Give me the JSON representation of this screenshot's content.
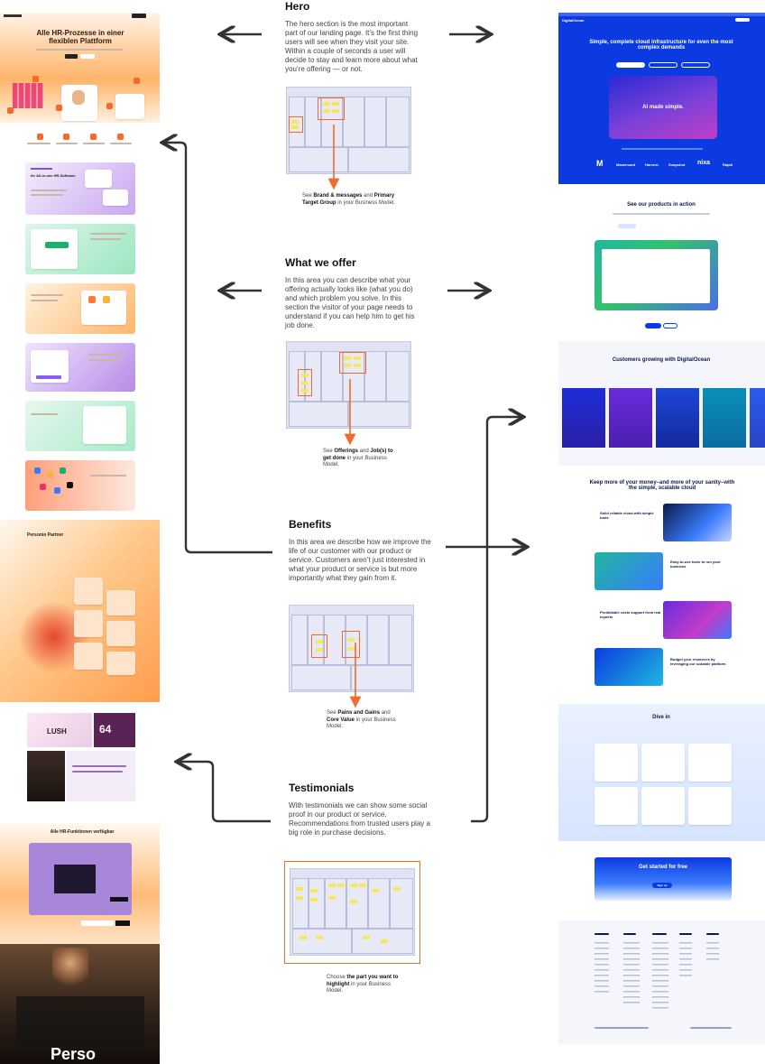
{
  "sections": {
    "hero": {
      "title": "Hero",
      "body": "The hero section is the most important part of our landing page. It’s the first thing users will see when they visit your site. Within a couple of seconds a user will decide to stay and learn more about what you’re offering — or not.",
      "caption_pre": "See ",
      "caption_b1": "Brand & messages",
      "caption_mid": " and ",
      "caption_b2": "Primary Target Group",
      "caption_post": " in your Business Model."
    },
    "offer": {
      "title": "What we offer",
      "body": "In this area you can describe what your offering actually looks like (what you do) and which problem you solve. In this section the visitor of your page needs to understand if you can help him to get his job done.",
      "caption_pre": "See ",
      "caption_b1": "Offerings",
      "caption_mid": " and ",
      "caption_b2": "Job(s) to get done",
      "caption_post": " in your Business Model."
    },
    "benefits": {
      "title": "Benefits",
      "body": "In this area we describe how we improve the life of our customer with our product or service. Customers aren’t just interested in what your product or service is but more importantly what they gain from it.",
      "caption_pre": "See ",
      "caption_b1": "Pains and Gains",
      "caption_mid": " and ",
      "caption_b2": "Core Value",
      "caption_post": " in your Business Model."
    },
    "testimonials": {
      "title": "Testimonials",
      "body": "With testimonials we can show some social proof in our product or service. Recommendations from trusted users play a big role in purchase decisions.",
      "caption_pre": "Choose ",
      "caption_b1": "the part you want to highlight",
      "caption_mid": " in your Business Model.",
      "caption_b2": "",
      "caption_post": ""
    }
  },
  "left_page": {
    "hero_title": "Alle HR-Prozesse in einer flexiblen Plattform",
    "feature_title": "Ihr All-in-one HR-Software",
    "orange_title": "Alle HR-Funktionen im Überblick",
    "mid_title": "Personio Partner",
    "customer_title": "LUSH",
    "customer_number": "64",
    "cta_title": "Alle HR-Funktionen verfügbar",
    "footer_word": "Perso"
  },
  "right_page": {
    "logo": "DigitalOcean",
    "hero_title": "Simple, complete cloud infrastructure for even the most complex demands",
    "hero_card_text": "AI made simple.",
    "logos": [
      "M",
      "Mastercard",
      "Harvest",
      "Snapshot",
      "nixa",
      "Rapid"
    ],
    "products_title": "See our products in action",
    "customers_title": "Customers growing with DigitalOcean",
    "value_title": "Keep more of your money–and more of your sanity–with the simple, scalable cloud",
    "value_items": [
      "Solid reliable cloud with simple tools",
      "Easy-to-use tools to run your business",
      "Predictable costs support from real experts",
      "Budget your resources by leveraging our scalable platform"
    ],
    "dive_title": "Dive in",
    "start_title": "Get started for free",
    "start_button": "Sign up"
  },
  "colors": {
    "accent": "#f26b2a",
    "do_blue": "#0b3be0",
    "canvas": "#dfe3f2",
    "arrow": "#333333"
  }
}
